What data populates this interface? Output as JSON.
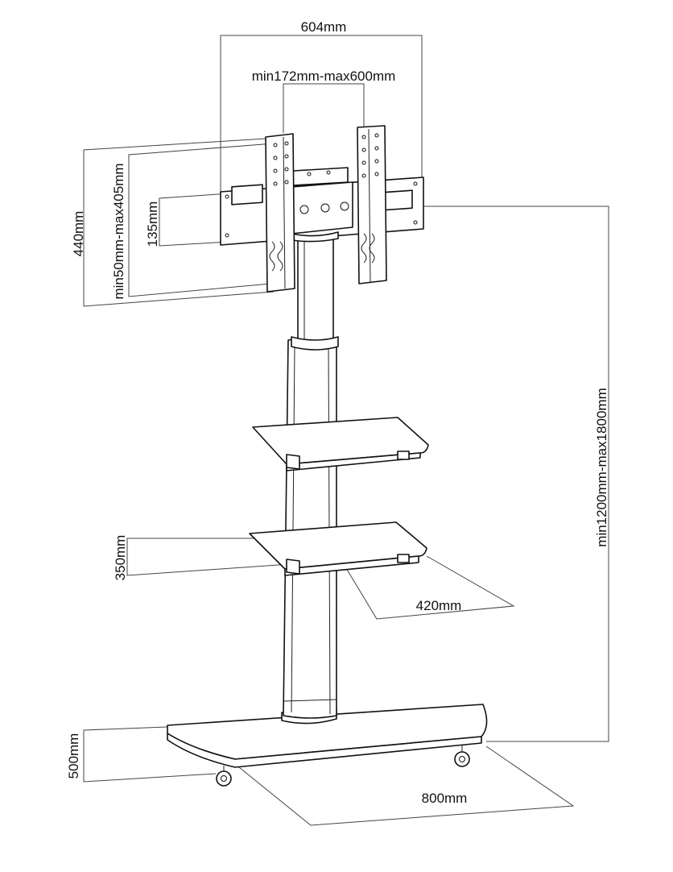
{
  "labels": {
    "width_total": "604mm",
    "vesa_horizontal": "min172mm-max600mm",
    "height_total": "440mm",
    "vesa_vertical": "min50mm-max405mm",
    "bracket_height": "135mm",
    "stand_height": "min1200mm-max1800mm",
    "shelf_depth": "350mm",
    "shelf_width": "420mm",
    "base_depth": "500mm",
    "base_width": "800mm"
  }
}
